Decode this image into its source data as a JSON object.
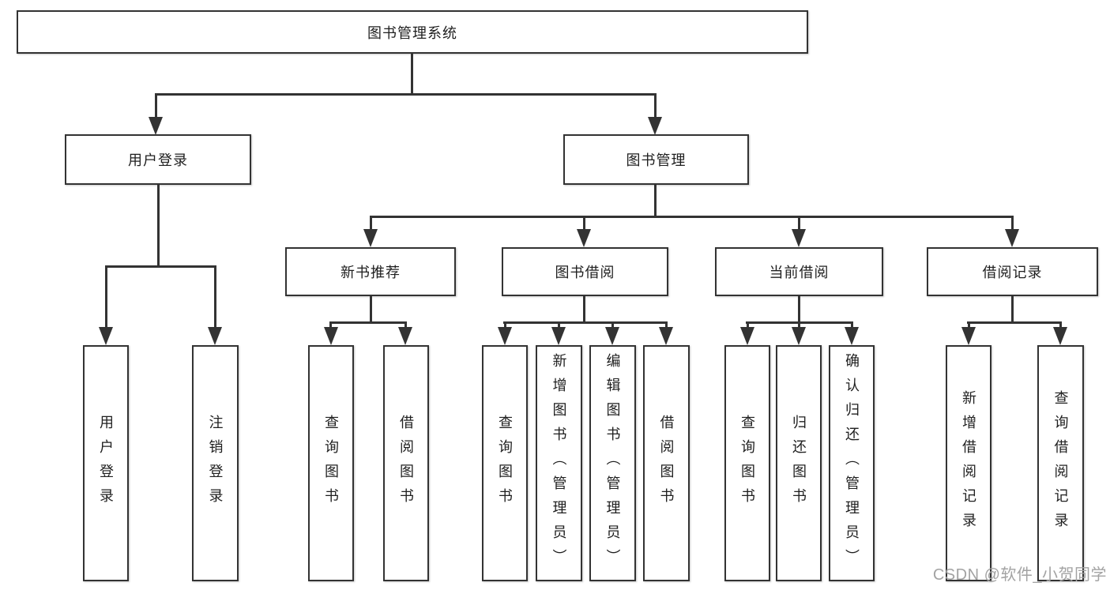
{
  "root_label": "图书管理系统",
  "branches": {
    "user": {
      "label": "用户登录",
      "children": [
        "用户登录",
        "注销登录"
      ]
    },
    "mgmt": {
      "label": "图书管理",
      "modules": [
        {
          "label": "新书推荐",
          "children": [
            "查询图书",
            "借阅图书"
          ]
        },
        {
          "label": "图书借阅",
          "children": [
            "查询图书",
            "新增图书（管理员）",
            "编辑图书（管理员）",
            "借阅图书"
          ]
        },
        {
          "label": "当前借阅",
          "children": [
            "查询图书",
            "归还图书",
            "确认归还（管理员）"
          ]
        },
        {
          "label": "借阅记录",
          "children": [
            "新增借阅记录",
            "查询借阅记录"
          ]
        }
      ]
    }
  },
  "watermark": "CSDN @软件_小贺同学",
  "colors": {
    "line": "#333333",
    "box_border": "#333333",
    "text": "#1f1f1f",
    "watermark": "#a3a3a3",
    "background": "#ffffff"
  }
}
